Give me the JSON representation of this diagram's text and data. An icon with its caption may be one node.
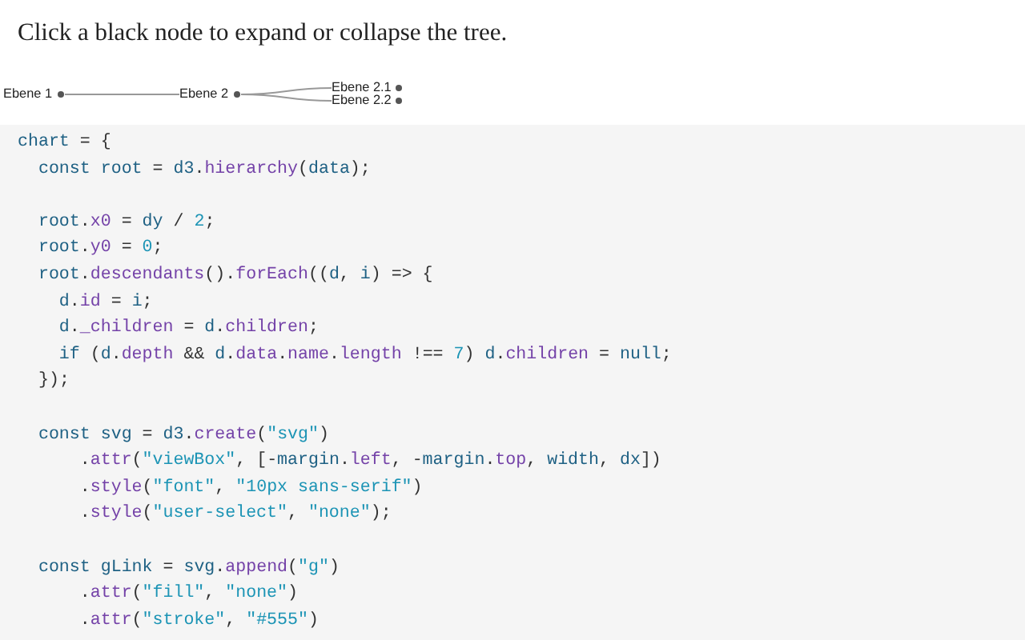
{
  "diagram": {
    "title": "Click a black node to expand or collapse the tree.",
    "nodes": [
      {
        "text": [
          "Ebene 1"
        ]
      },
      {
        "text": [
          "Ebene 2"
        ]
      },
      {
        "text": [
          "Ebene 2.1"
        ]
      },
      {
        "text": [
          "Ebene 2.2"
        ]
      }
    ],
    "edges": [
      {
        "from": 0,
        "to": 1,
        "arrow": "none"
      },
      {
        "from": 1,
        "to": 2,
        "arrow": "none"
      },
      {
        "from": 1,
        "to": 3,
        "arrow": "none"
      }
    ],
    "labels": [
      "chart = {",
      "  const root = d3.hierarchy(data);",
      "  root.x0 = dy / 2;",
      "  root.y0 = 0;",
      "  root.descendants().forEach((d, i) => {",
      "    d.id = i;",
      "    d._children = d.children;",
      "    if (d.depth && d.data.name.length !== 7) d.children = null;",
      "  });",
      "  const svg = d3.create(\"svg\")",
      "      .attr(\"viewBox\", [-margin.left, -margin.top, width, dx])",
      "      .style(\"font\", \"10px sans-serif\")",
      "      .style(\"user-select\", \"none\");",
      "  const gLink = svg.append(\"g\")",
      "      .attr(\"fill\", \"none\")",
      "      .attr(\"stroke\", \"#555\")"
    ]
  }
}
